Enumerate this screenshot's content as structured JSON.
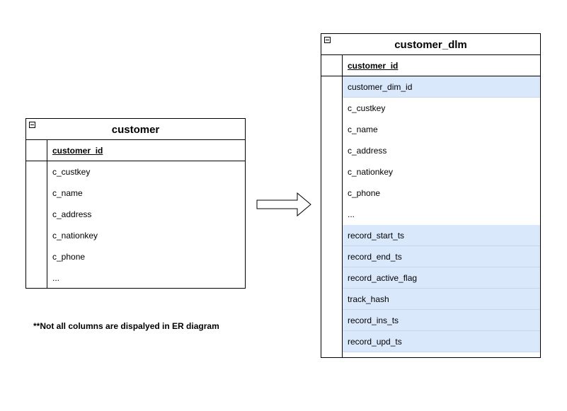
{
  "diagram": {
    "left_entity": {
      "title": "customer",
      "primary_key": "customer_id",
      "columns": [
        "c_custkey",
        "c_name",
        "c_address",
        "c_nationkey",
        "c_phone",
        "..."
      ]
    },
    "right_entity": {
      "title": "customer_dlm",
      "primary_key": "customer_id",
      "columns": [
        {
          "name": "customer_dim_id",
          "highlighted": true
        },
        {
          "name": "c_custkey",
          "highlighted": false
        },
        {
          "name": "c_name",
          "highlighted": false
        },
        {
          "name": "c_address",
          "highlighted": false
        },
        {
          "name": "c_nationkey",
          "highlighted": false
        },
        {
          "name": "c_phone",
          "highlighted": false
        },
        {
          "name": "...",
          "highlighted": false
        },
        {
          "name": "record_start_ts",
          "highlighted": true
        },
        {
          "name": "record_end_ts",
          "highlighted": true
        },
        {
          "name": "record_active_flag",
          "highlighted": true
        },
        {
          "name": "track_hash",
          "highlighted": true
        },
        {
          "name": "record_ins_ts",
          "highlighted": true
        },
        {
          "name": "record_upd_ts",
          "highlighted": true
        }
      ]
    },
    "note": "**Not all columns are dispalyed in ER diagram",
    "highlight_color": "#dae8fc"
  }
}
